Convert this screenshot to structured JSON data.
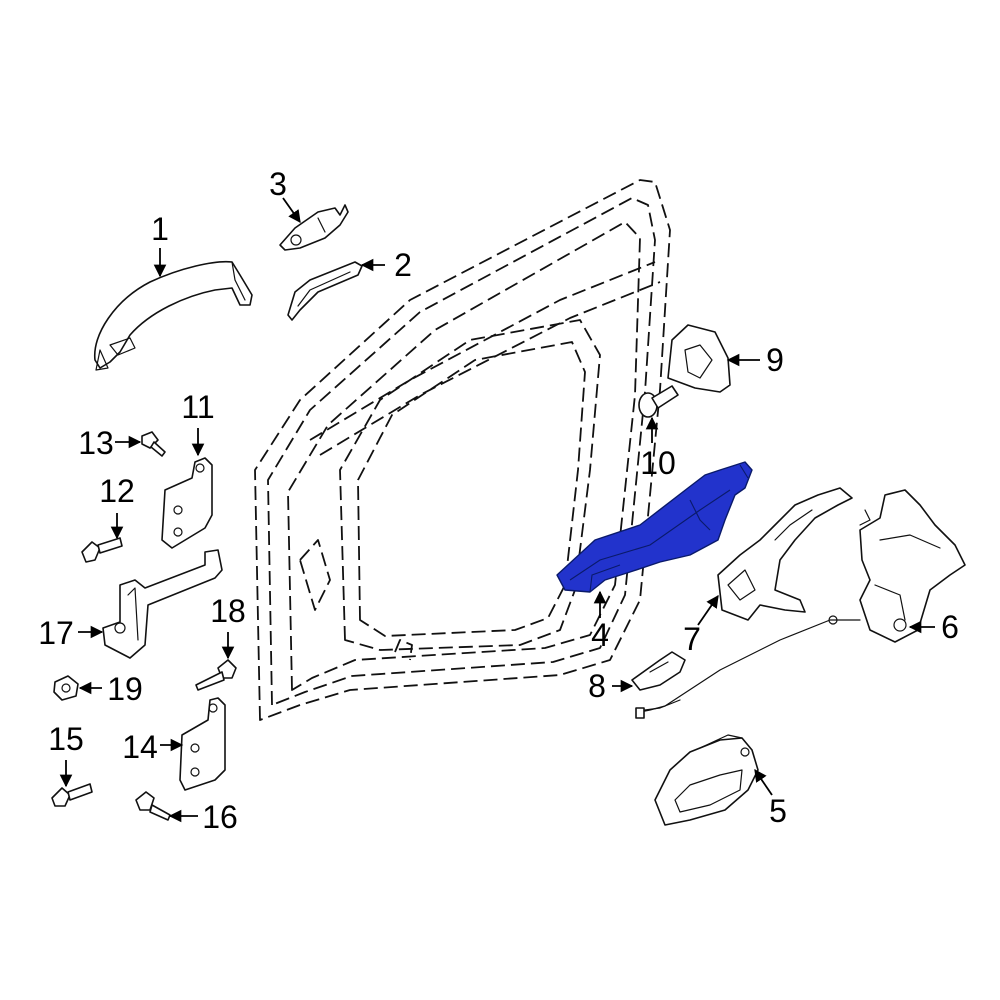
{
  "callouts": [
    {
      "id": "1",
      "text": "1"
    },
    {
      "id": "2",
      "text": "2"
    },
    {
      "id": "3",
      "text": "3"
    },
    {
      "id": "4",
      "text": "4"
    },
    {
      "id": "5",
      "text": "5"
    },
    {
      "id": "6",
      "text": "6"
    },
    {
      "id": "7",
      "text": "7"
    },
    {
      "id": "8",
      "text": "8"
    },
    {
      "id": "9",
      "text": "9"
    },
    {
      "id": "10",
      "text": "10"
    },
    {
      "id": "11",
      "text": "11"
    },
    {
      "id": "12",
      "text": "12"
    },
    {
      "id": "13",
      "text": "13"
    },
    {
      "id": "14",
      "text": "14"
    },
    {
      "id": "15",
      "text": "15"
    },
    {
      "id": "16",
      "text": "16"
    },
    {
      "id": "17",
      "text": "17"
    },
    {
      "id": "18",
      "text": "18"
    },
    {
      "id": "19",
      "text": "19"
    }
  ],
  "colors": {
    "highlight": "#2233cc",
    "line": "#111111",
    "background": "#ffffff"
  },
  "highlighted_part": "4"
}
